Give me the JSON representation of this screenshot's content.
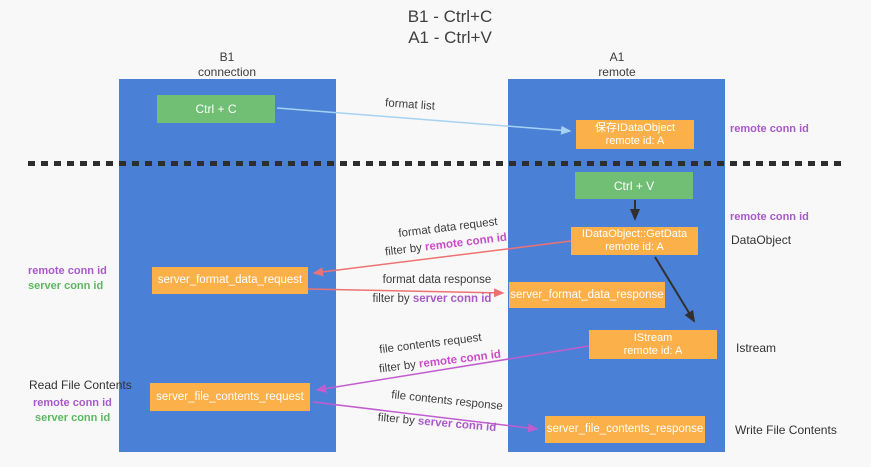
{
  "title": {
    "line1": "B1 - Ctrl+C",
    "line2": "A1 - Ctrl+V"
  },
  "lifelines": {
    "left": {
      "name": "B1",
      "role": "connection"
    },
    "right": {
      "name": "A1",
      "role": "remote"
    }
  },
  "nodes": {
    "ctrl_c": {
      "label": "Ctrl + C"
    },
    "ctrl_v": {
      "label": "Ctrl + V"
    },
    "store_dataobject": {
      "line1": "保存IDataObject",
      "line2": "remote id: A"
    },
    "getdata": {
      "line1": "IDataObject::GetData",
      "line2": "remote id: A"
    },
    "istream": {
      "line1": "IStream",
      "line2": "remote id: A"
    },
    "server_format_data_request": {
      "label": "server_format_data_request"
    },
    "server_format_data_response": {
      "label": "server_format_data_response"
    },
    "server_file_contents_request": {
      "label": "server_file_contents_request"
    },
    "server_file_contents_response": {
      "label": "server_file_contents_response"
    }
  },
  "annotations": {
    "format_list": "format list",
    "format_data_request": "format data request",
    "format_data_response": "format data response",
    "file_contents_request": "file contents request",
    "file_contents_response": "file contents response",
    "filter_by": "filter by ",
    "remote_conn_id": "remote conn id",
    "server_conn_id": "server conn id",
    "dataobject": "DataObject",
    "istream": "Istream",
    "read_file_contents": "Read File Contents",
    "write_file_contents": "Write File Contents"
  },
  "colors": {
    "lifeline_blue": "#4a80d6",
    "node_green": "#70bf74",
    "node_orange": "#fbb04a",
    "arrow_salmon": "#ef7272",
    "arrow_magenta": "#c25ccf",
    "arrow_light_blue": "#a6d2f2",
    "arrow_black": "#303030",
    "remote_conn_purple": "#a95ac9",
    "filter_remote_magenta": "#cb4ccb",
    "server_conn_green": "#5cb860"
  }
}
